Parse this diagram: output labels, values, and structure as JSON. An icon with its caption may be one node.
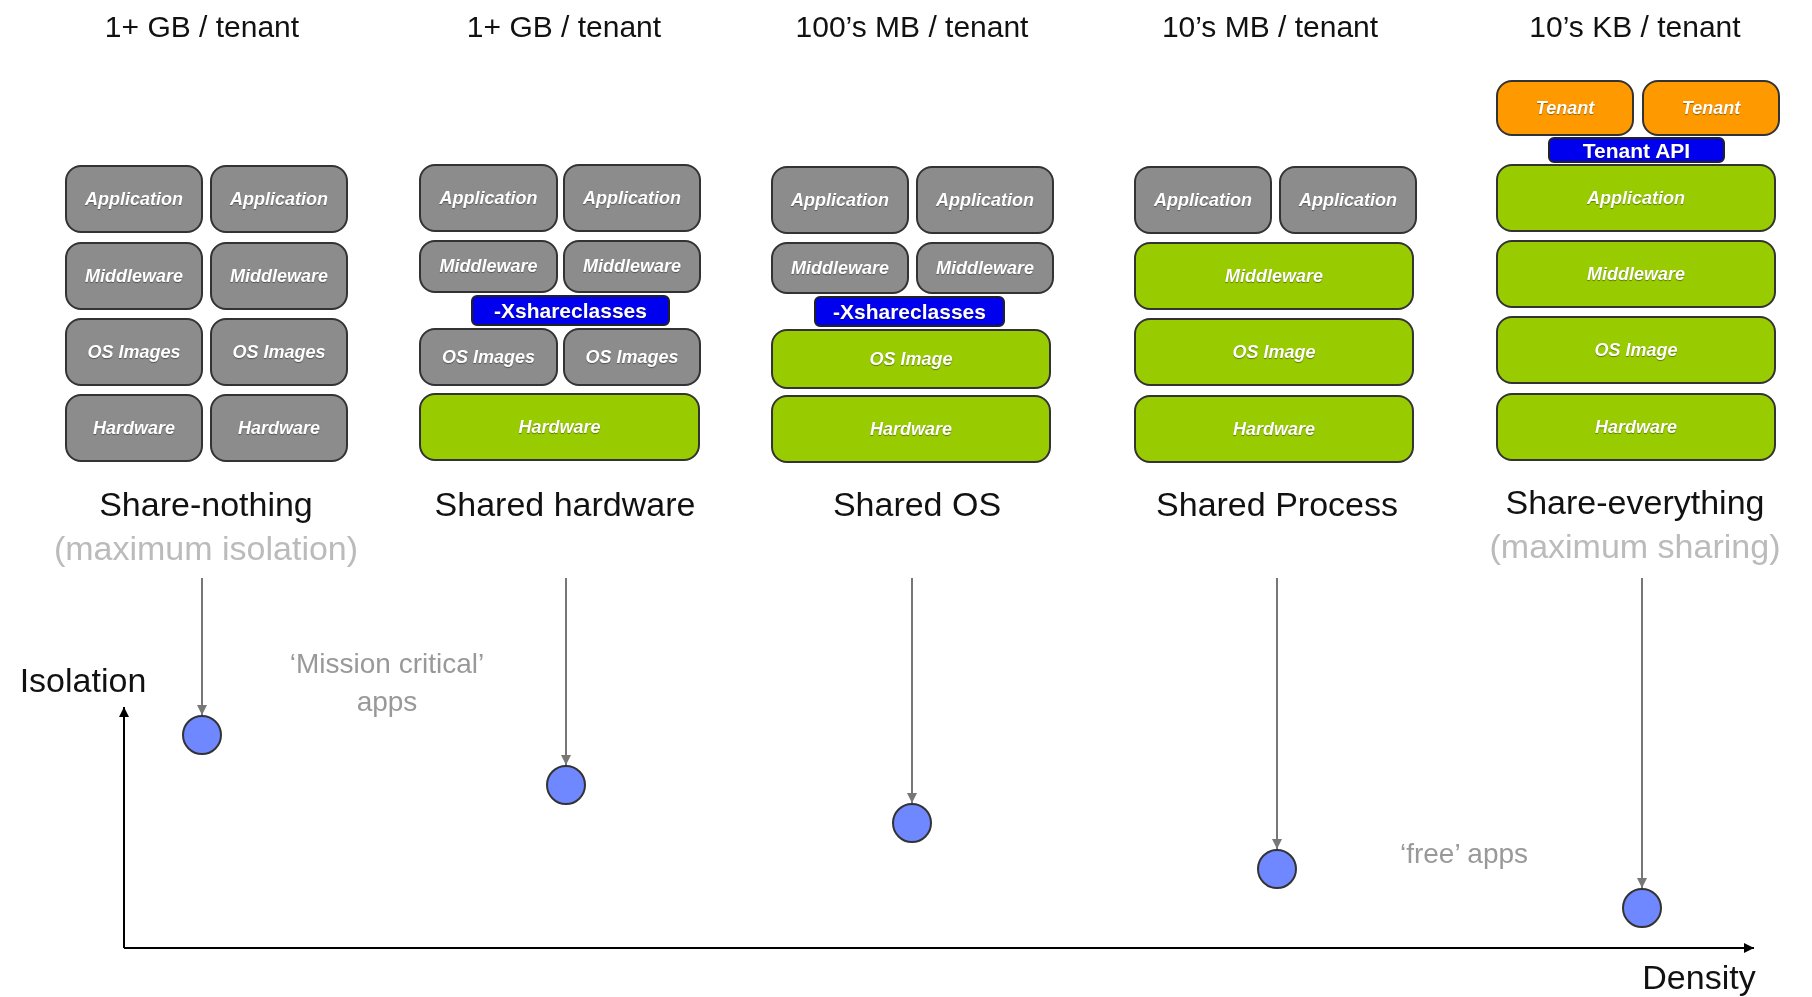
{
  "diagram": {
    "nodes": [
      {
        "text": [
          "Application"
        ]
      },
      {
        "text": [
          "Application"
        ]
      },
      {
        "text": [
          "Middleware"
        ]
      },
      {
        "text": [
          "Middleware"
        ]
      },
      {
        "text": [
          "OS Images"
        ]
      },
      {
        "text": [
          "OS Images"
        ]
      },
      {
        "text": [
          "Hardware"
        ]
      },
      {
        "text": [
          "Hardware"
        ]
      },
      {
        "text": [
          "Share-nothing",
          "(maximum isolation)"
        ]
      },
      {
        "text": [
          "Application"
        ]
      },
      {
        "text": [
          "Application"
        ]
      },
      {
        "text": [
          "Middleware"
        ]
      },
      {
        "text": [
          "Middleware"
        ]
      },
      {
        "text": [
          "-Xshareclasses"
        ]
      },
      {
        "text": [
          "OS Images"
        ]
      },
      {
        "text": [
          "OS Images"
        ]
      },
      {
        "text": [
          "Hardware"
        ]
      },
      {
        "text": [
          "Shared hardware"
        ]
      },
      {
        "text": [
          "Application"
        ]
      },
      {
        "text": [
          "Application"
        ]
      },
      {
        "text": [
          "Middleware"
        ]
      },
      {
        "text": [
          "Middleware"
        ]
      },
      {
        "text": [
          "-Xshareclasses"
        ]
      },
      {
        "text": [
          "OS Image"
        ]
      },
      {
        "text": [
          "Hardware"
        ]
      },
      {
        "text": [
          "Shared OS"
        ]
      },
      {
        "text": [
          "Application"
        ]
      },
      {
        "text": [
          "Application"
        ]
      },
      {
        "text": [
          "Middleware"
        ]
      },
      {
        "text": [
          "OS Image"
        ]
      },
      {
        "text": [
          "Hardware"
        ]
      },
      {
        "text": [
          "Shared Process"
        ]
      },
      {
        "text": [
          "Tenant"
        ]
      },
      {
        "text": [
          "Tenant"
        ]
      },
      {
        "text": [
          "Tenant API"
        ]
      },
      {
        "text": [
          "Application"
        ]
      },
      {
        "text": [
          "Middleware"
        ]
      },
      {
        "text": [
          "OS Image"
        ]
      },
      {
        "text": [
          "Hardware"
        ]
      },
      {
        "text": [
          "Share-everything",
          "(maximum sharing)"
        ]
      },
      {
        "text": [],
        "shape": "circle"
      },
      {
        "text": [],
        "shape": "circle"
      },
      {
        "text": [],
        "shape": "circle"
      },
      {
        "text": [],
        "shape": "circle"
      },
      {
        "text": [],
        "shape": "circle"
      }
    ],
    "edges": [
      {
        "from": 8,
        "to": 40,
        "arrow": "to"
      },
      {
        "from": 17,
        "to": 41,
        "arrow": "to"
      },
      {
        "from": 25,
        "to": 42,
        "arrow": "to"
      },
      {
        "from": 31,
        "to": 43,
        "arrow": "to"
      },
      {
        "from": 39,
        "to": 44,
        "arrow": "to"
      }
    ],
    "labels": [
      "1+ GB / tenant",
      "1+ GB / tenant",
      "100’s MB / tenant",
      "10’s MB / tenant",
      "10’s KB / tenant",
      "Isolation",
      "‘Mission critical’ apps",
      "‘free’ apps",
      "Density"
    ]
  }
}
